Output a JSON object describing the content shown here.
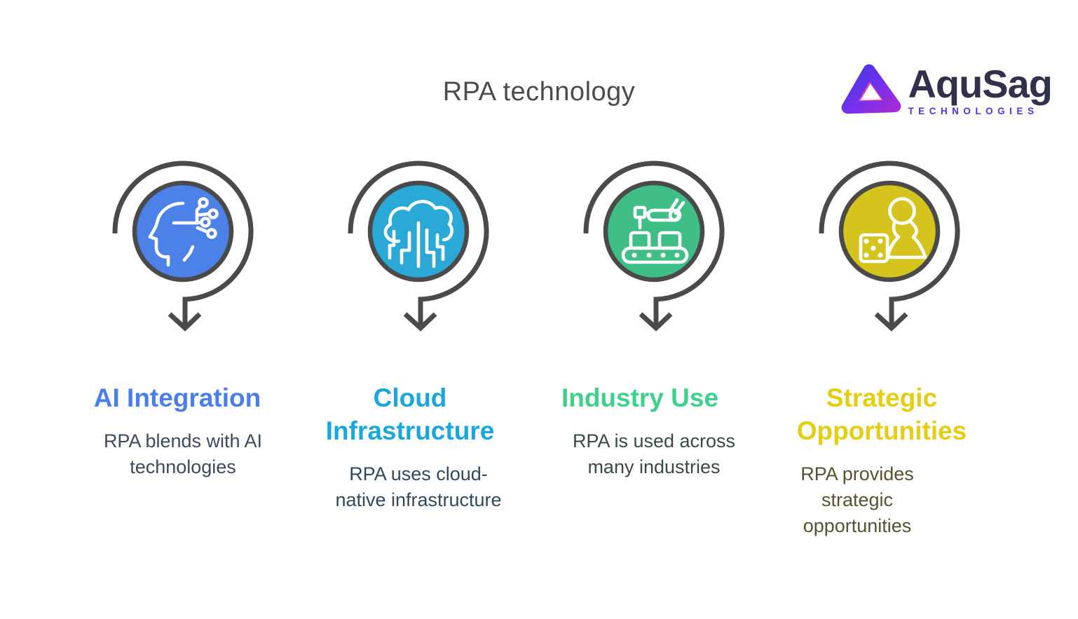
{
  "title": {
    "text": "RPA technology",
    "color": "#4C4C4C"
  },
  "logo": {
    "brand": "AquSag",
    "subtitle": "TECHNOLOGIES",
    "brand_color": "#31314B",
    "subtitle_color": "#5133EF",
    "mark_gradient": {
      "start": "#4636E4",
      "mid": "#7430EC",
      "end": "#A42BD6"
    },
    "mark_accent": "#E8459E"
  },
  "colors": {
    "background": "#FFFFFF",
    "ring": "#4A4A4A",
    "icon_stroke": "#FFFFFF"
  },
  "columns": [
    {
      "id": "ai-integration",
      "heading_lines": [
        "AI Integration"
      ],
      "description_lines": [
        "RPA blends with AI",
        "technologies"
      ],
      "circle_color": "#4C81E8",
      "heading_color": "#4A7EE8",
      "description_color": "#3C4A5E",
      "icon": "ai-head-circuit"
    },
    {
      "id": "cloud-infrastructure",
      "heading_lines": [
        "Cloud",
        "Infrastructure"
      ],
      "description_lines": [
        "RPA uses cloud-",
        "native infrastructure"
      ],
      "circle_color": "#2AA8D6",
      "heading_color": "#1CA6DB",
      "description_color": "#2F4A5C",
      "icon": "cloud-circuit"
    },
    {
      "id": "industry-use",
      "heading_lines": [
        "Industry Use"
      ],
      "description_lines": [
        "RPA is used across",
        "many industries"
      ],
      "circle_color": "#3FBF85",
      "heading_color": "#3ED18B",
      "description_color": "#384B40",
      "icon": "conveyor-robot-arm"
    },
    {
      "id": "strategic-opportunities",
      "heading_lines": [
        "Strategic",
        "Opportunities"
      ],
      "description_lines": [
        "RPA provides",
        "strategic",
        "opportunities"
      ],
      "circle_color": "#D5C41E",
      "heading_color": "#E3CE12",
      "description_color": "#575231",
      "icon": "dice-and-pawn"
    }
  ]
}
